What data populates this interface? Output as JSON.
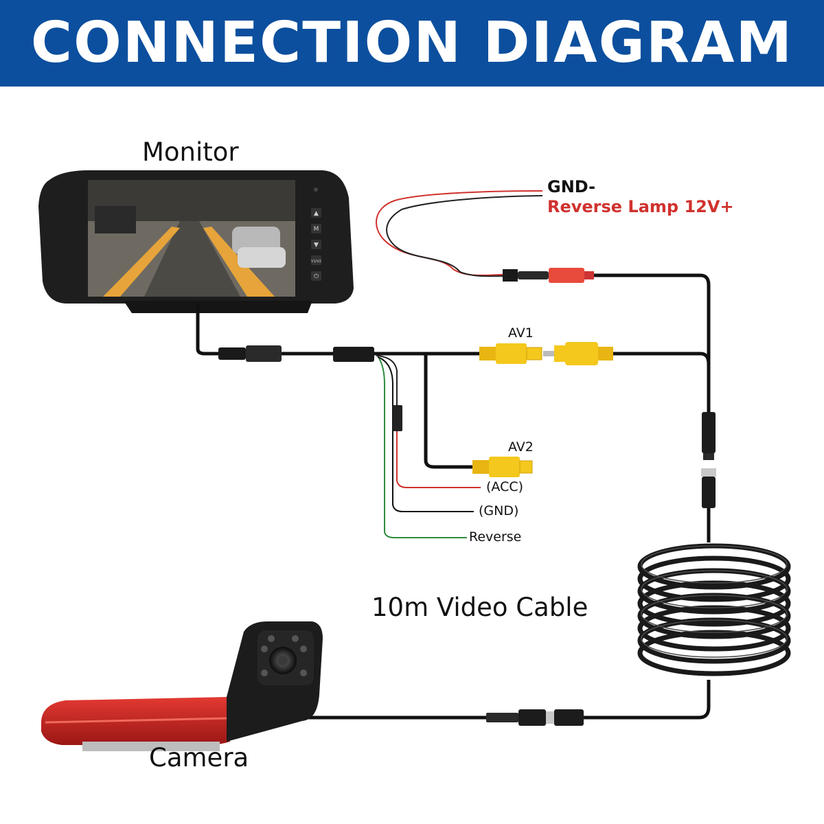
{
  "header": {
    "title": "CONNECTION DIAGRAM"
  },
  "labels": {
    "monitor": "Monitor",
    "camera": "Camera",
    "video_cable": "10m Video Cable",
    "gnd_minus": "GND-",
    "reverse_lamp": "Reverse Lamp 12V+",
    "av1": "AV1",
    "av2": "AV2",
    "acc": "(ACC)",
    "gnd": "(GND)",
    "reverse": "Reverse"
  },
  "colors": {
    "banner": "#0c4f9e",
    "wire_black": "#111111",
    "wire_red": "#d0322e",
    "wire_green": "#2e8b3c",
    "rca_yellow": "#f4c81c",
    "tail_light_red": "#c8201e",
    "monitor_body": "#1e1e1e"
  },
  "monitor_buttons": [
    "▲",
    "M",
    "▼",
    "V1/V2",
    "⏻"
  ]
}
